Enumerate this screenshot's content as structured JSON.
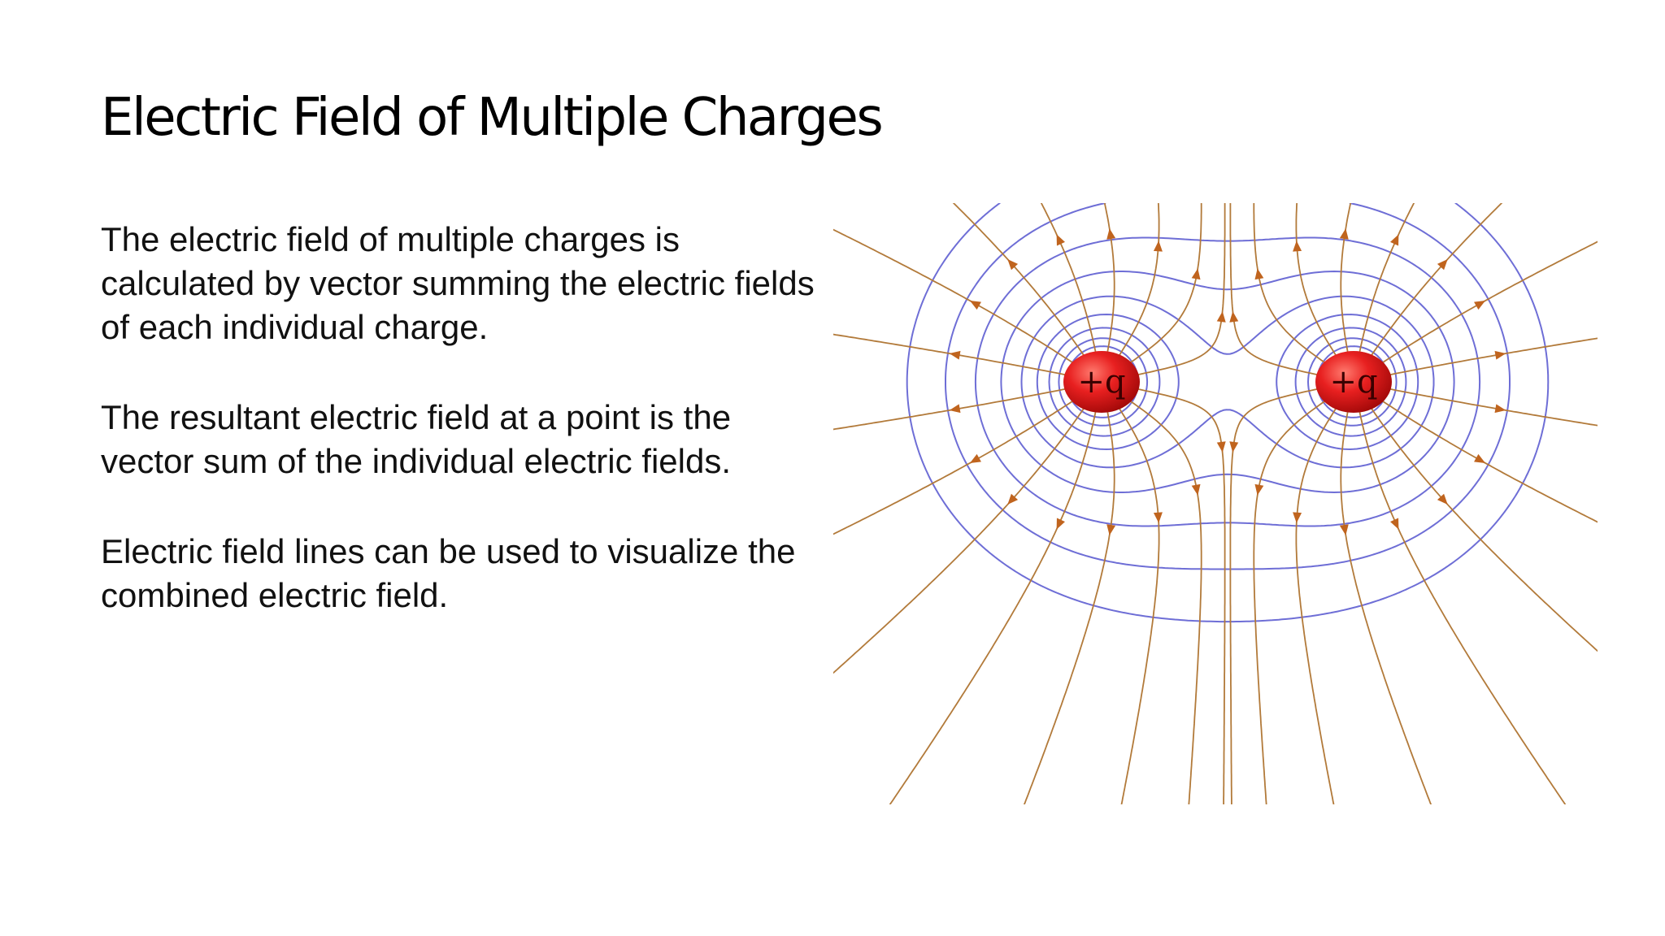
{
  "slide": {
    "title": "Electric Field of Multiple Charges",
    "paragraphs": [
      "The electric field of multiple charges is calculated by vector summing the electric fields of each individual charge.",
      "The resultant electric field at a point is the vector sum of the individual electric fields.",
      "Electric field lines can be used to visualize the combined electric field."
    ]
  },
  "figure": {
    "charges": [
      {
        "label": "+q"
      },
      {
        "label": "+q"
      }
    ],
    "colors": {
      "field_line": "#b27a3a",
      "arrow": "#c0641e",
      "equipotential": "#6e6ed6",
      "charge_fill": "#e01c1c",
      "background": "#ffffff"
    }
  }
}
